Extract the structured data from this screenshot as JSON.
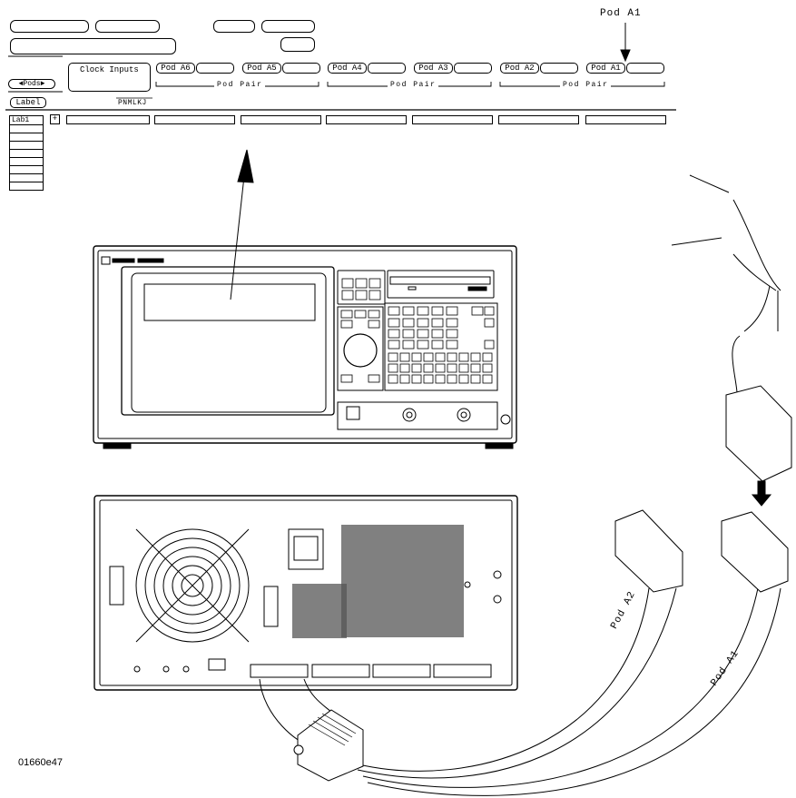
{
  "screen": {
    "pod_a1_callout": "Pod A1",
    "pods_button": "◄Pods►",
    "clock_inputs": "Clock Inputs",
    "label_button": "Label",
    "clock_string": "PNMLKJ",
    "lab1": "Lab1",
    "plus": "+",
    "pod_buttons": [
      "Pod A6",
      "Pod A5",
      "Pod A4",
      "Pod A3",
      "Pod A2",
      "Pod A1"
    ],
    "pod_pair": "Pod Pair"
  },
  "cables": {
    "pod_a2": "Pod A2",
    "pod_a1": "Pod A1"
  },
  "figure_id": "01660e47"
}
